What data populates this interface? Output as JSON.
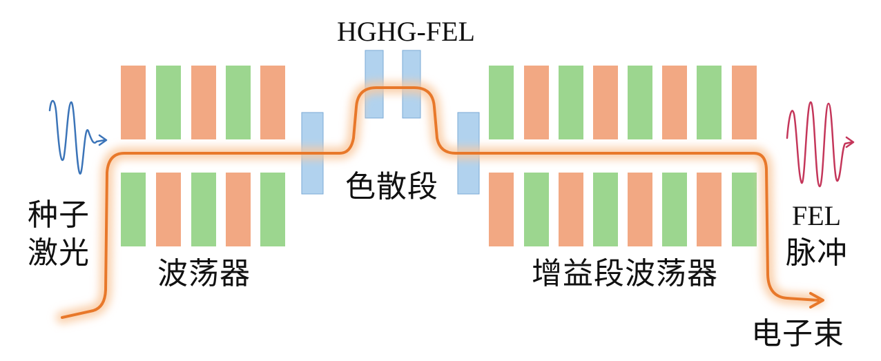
{
  "labels": {
    "hghg_fel": "HGHG-FEL",
    "seed_laser_line1": "种子",
    "seed_laser_line2": "激光",
    "undulator": "波荡器",
    "dispersion_section": "色散段",
    "gain_undulator": "增益段波荡器",
    "fel_pulse_line1": "FEL",
    "fel_pulse_line2": "脉冲",
    "electron_beam": "电子束"
  },
  "colors": {
    "orange_magnet": "#f2a883",
    "green_magnet": "#9cd68f",
    "blue_chicane": "#a9cdec",
    "beam_core": "#e8782a",
    "beam_glow": "#f9c9a0",
    "seed_wave": "#3b74b8",
    "fel_wave": "#c4365a"
  },
  "icons": {
    "seed_wave": "seed-laser-wave-icon",
    "fel_wave": "fel-pulse-wave-icon",
    "beam_arrow": "electron-beam-arrow-icon"
  }
}
